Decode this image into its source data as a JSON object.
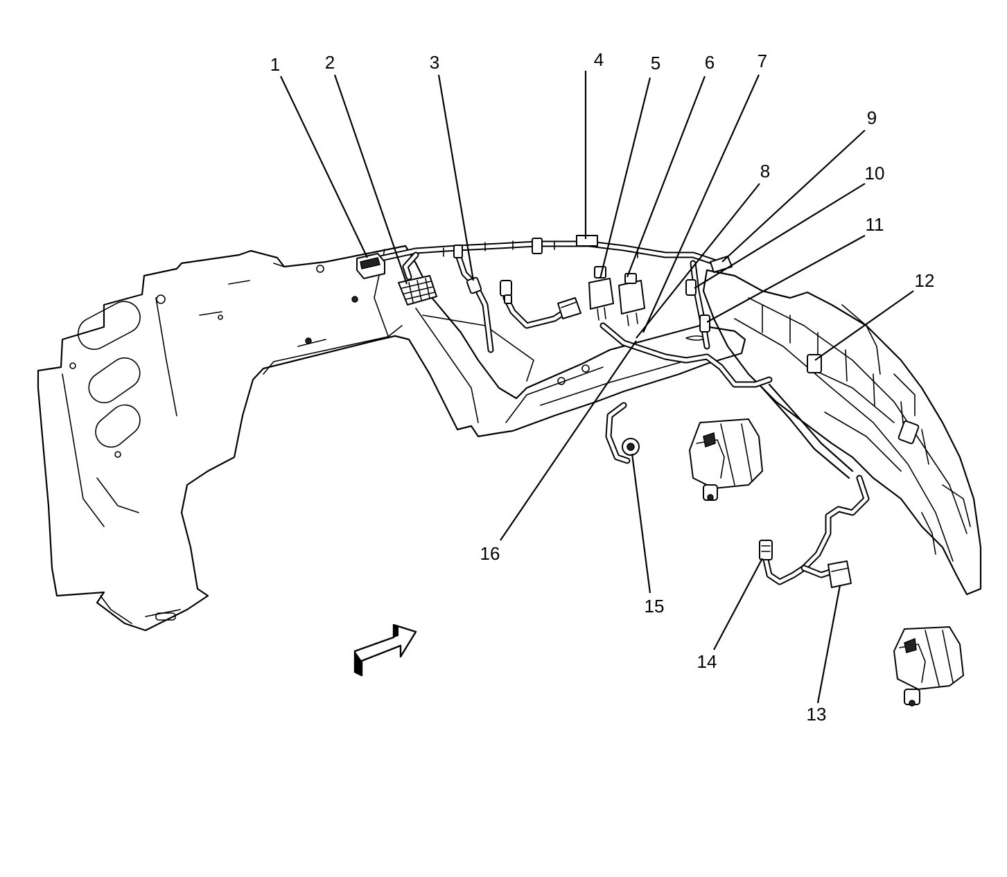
{
  "callouts": [
    {
      "id": "1",
      "label": "1"
    },
    {
      "id": "2",
      "label": "2"
    },
    {
      "id": "3",
      "label": "3"
    },
    {
      "id": "4",
      "label": "4"
    },
    {
      "id": "5",
      "label": "5"
    },
    {
      "id": "6",
      "label": "6"
    },
    {
      "id": "7",
      "label": "7"
    },
    {
      "id": "8",
      "label": "8"
    },
    {
      "id": "9",
      "label": "9"
    },
    {
      "id": "10",
      "label": "10"
    },
    {
      "id": "11",
      "label": "11"
    },
    {
      "id": "12",
      "label": "12"
    },
    {
      "id": "13",
      "label": "13"
    },
    {
      "id": "14",
      "label": "14"
    },
    {
      "id": "15",
      "label": "15"
    },
    {
      "id": "16",
      "label": "16"
    }
  ],
  "direction_arrow_icon": "forward-arrow-icon"
}
